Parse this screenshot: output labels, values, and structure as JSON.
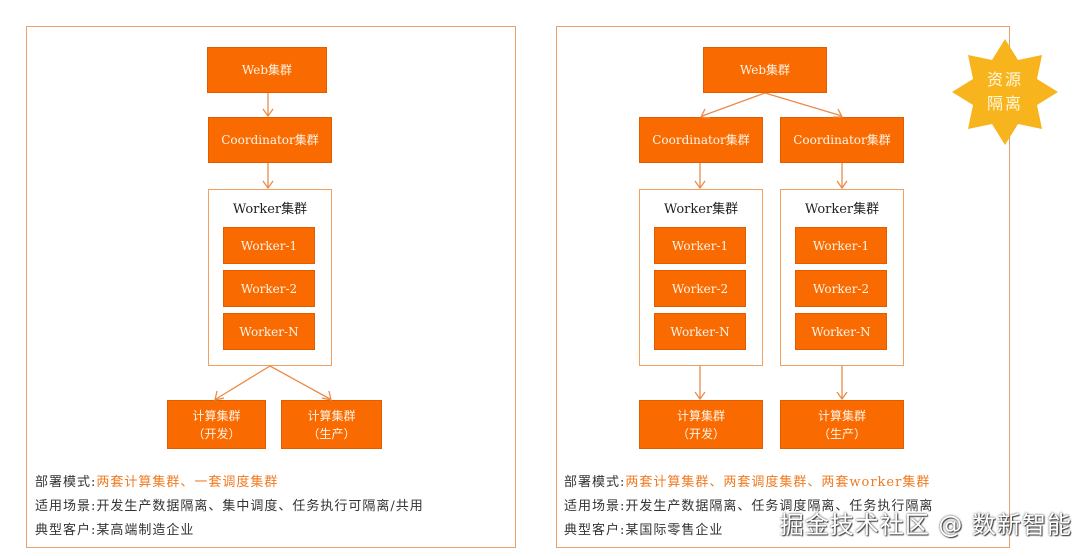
{
  "colors": {
    "accent": "#f96b00",
    "border": "#e8a070",
    "highlight": "#f07a20",
    "star": "#f8b41c"
  },
  "left": {
    "web": "Web集群",
    "coordinator": "Coordinator集群",
    "worker_group": {
      "title": "Worker集群",
      "workers": [
        "Worker-1",
        "Worker-2",
        "Worker-N"
      ]
    },
    "compute": [
      {
        "line1": "计算集群",
        "line2": "（开发）"
      },
      {
        "line1": "计算集群",
        "line2": "（生产）"
      }
    ],
    "info": {
      "mode_label": "部署模式:",
      "mode_value": "两套计算集群、一套调度集群",
      "scenario": "适用场景:开发生产数据隔离、集中调度、任务执行可隔离/共用",
      "customer": "典型客户:某高端制造企业"
    }
  },
  "right": {
    "web": "Web集群",
    "coordinators": [
      "Coordinator集群",
      "Coordinator集群"
    ],
    "worker_groups": [
      {
        "title": "Worker集群",
        "workers": [
          "Worker-1",
          "Worker-2",
          "Worker-N"
        ]
      },
      {
        "title": "Worker集群",
        "workers": [
          "Worker-1",
          "Worker-2",
          "Worker-N"
        ]
      }
    ],
    "compute": [
      {
        "line1": "计算集群",
        "line2": "（开发）"
      },
      {
        "line1": "计算集群",
        "line2": "（生产）"
      }
    ],
    "badge": {
      "line1": "资源",
      "line2": "隔离"
    },
    "info": {
      "mode_label": "部署模式:",
      "mode_value": "两套计算集群、两套调度集群、两套worker集群",
      "scenario": "适用场景:开发生产数据隔离、任务调度隔离、任务执行隔离",
      "customer": "典型客户:某国际零售企业"
    }
  },
  "watermark": "掘金技术社区 @ 数新智能"
}
